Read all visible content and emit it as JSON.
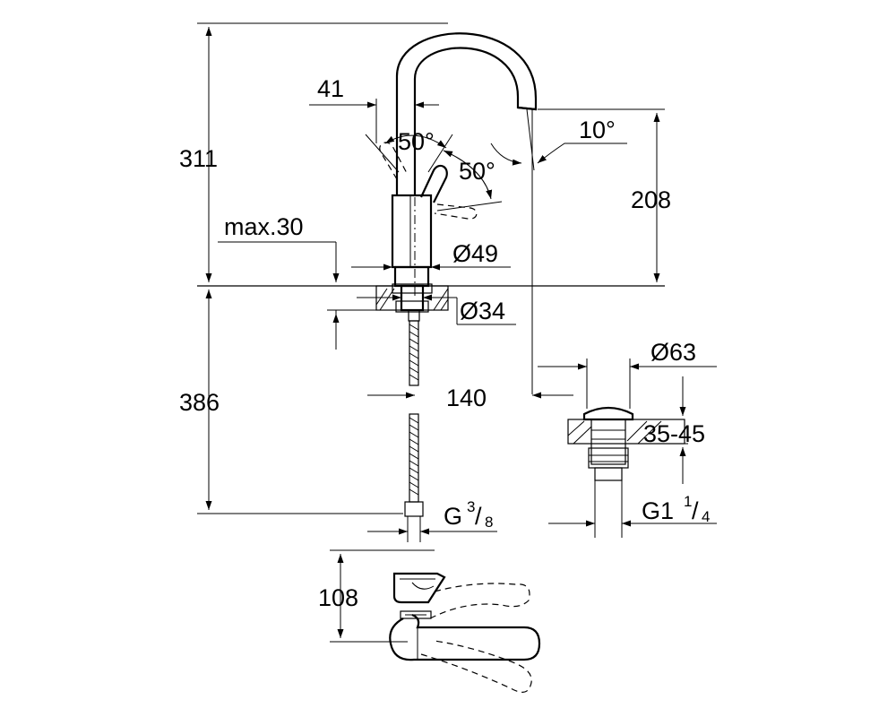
{
  "dimensions": {
    "height_above_deck": "311",
    "height_below_deck": "386",
    "lever_offset": "41",
    "lever_angle_front": "50°",
    "lever_angle_side": "50°",
    "spout_angle": "10°",
    "spout_height": "208",
    "deck_thickness_max": "max.30",
    "body_diameter": "Ø49",
    "hole_diameter": "Ø34",
    "spout_reach": "140",
    "waste_diameter": "Ø63",
    "waste_thickness": "35-45",
    "connection_thread_prefix": "G",
    "connection_thread_num": "3",
    "connection_thread_den": "8",
    "waste_thread_prefix": "G1",
    "waste_thread_num": "1",
    "waste_thread_den": "4",
    "top_view_depth": "108"
  },
  "colors": {
    "line": "#000000",
    "background": "#ffffff"
  }
}
